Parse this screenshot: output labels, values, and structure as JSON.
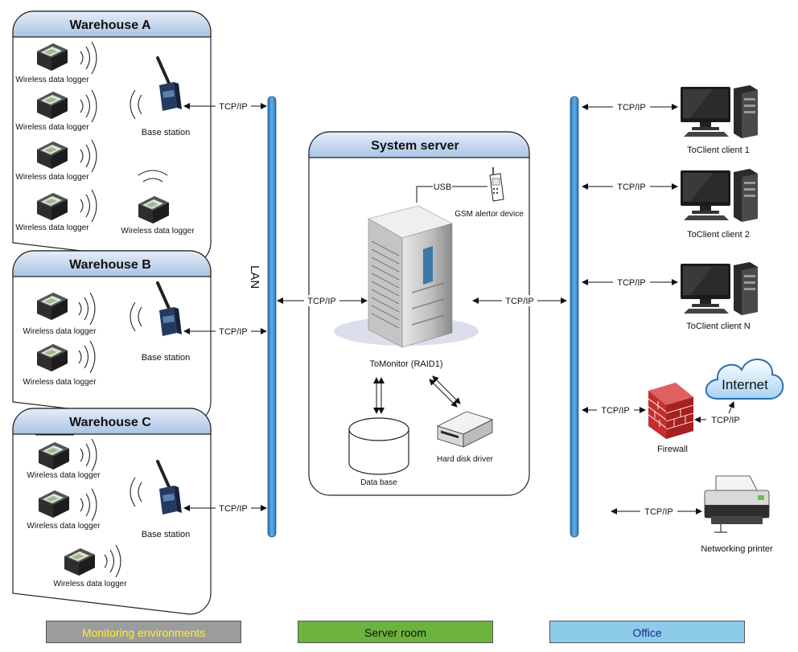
{
  "warehouses": [
    {
      "title": "Warehouse A",
      "logger_label": "Wireless data logger",
      "base_label": "Base station"
    },
    {
      "title": "Warehouse B",
      "logger_label": "Wireless data logger",
      "base_label": "Base station"
    },
    {
      "title": "Warehouse C",
      "logger_label": "Wireless data logger",
      "base_label": "Base station"
    }
  ],
  "lan_label": "LAN",
  "tcp_label": "TCP/IP",
  "usb_label": "USB",
  "server": {
    "title": "System server",
    "tomonitor": "ToMonitor (RAID1)",
    "gsm": "GSM alertor device",
    "database": "Data base",
    "hdd": "Hard disk driver"
  },
  "clients": [
    "ToClient client 1",
    "ToClient client 2",
    "ToClient client N"
  ],
  "firewall": "Firewall",
  "internet": "Internet",
  "printer": "Networking printer",
  "legend": {
    "monitoring": {
      "label": "Monitoring environments",
      "bg": "#9c9c9c",
      "color": "#ffee33"
    },
    "server_room": {
      "label": "Server room",
      "bg": "#6cb33e",
      "color": "#111111"
    },
    "office": {
      "label": "Office",
      "bg": "#8ccbea",
      "color": "#1a2a8a"
    }
  },
  "colors": {
    "bus": "#3a8fd0",
    "panel_header": "#c8d8ee",
    "firewall": "#d23a3a"
  }
}
